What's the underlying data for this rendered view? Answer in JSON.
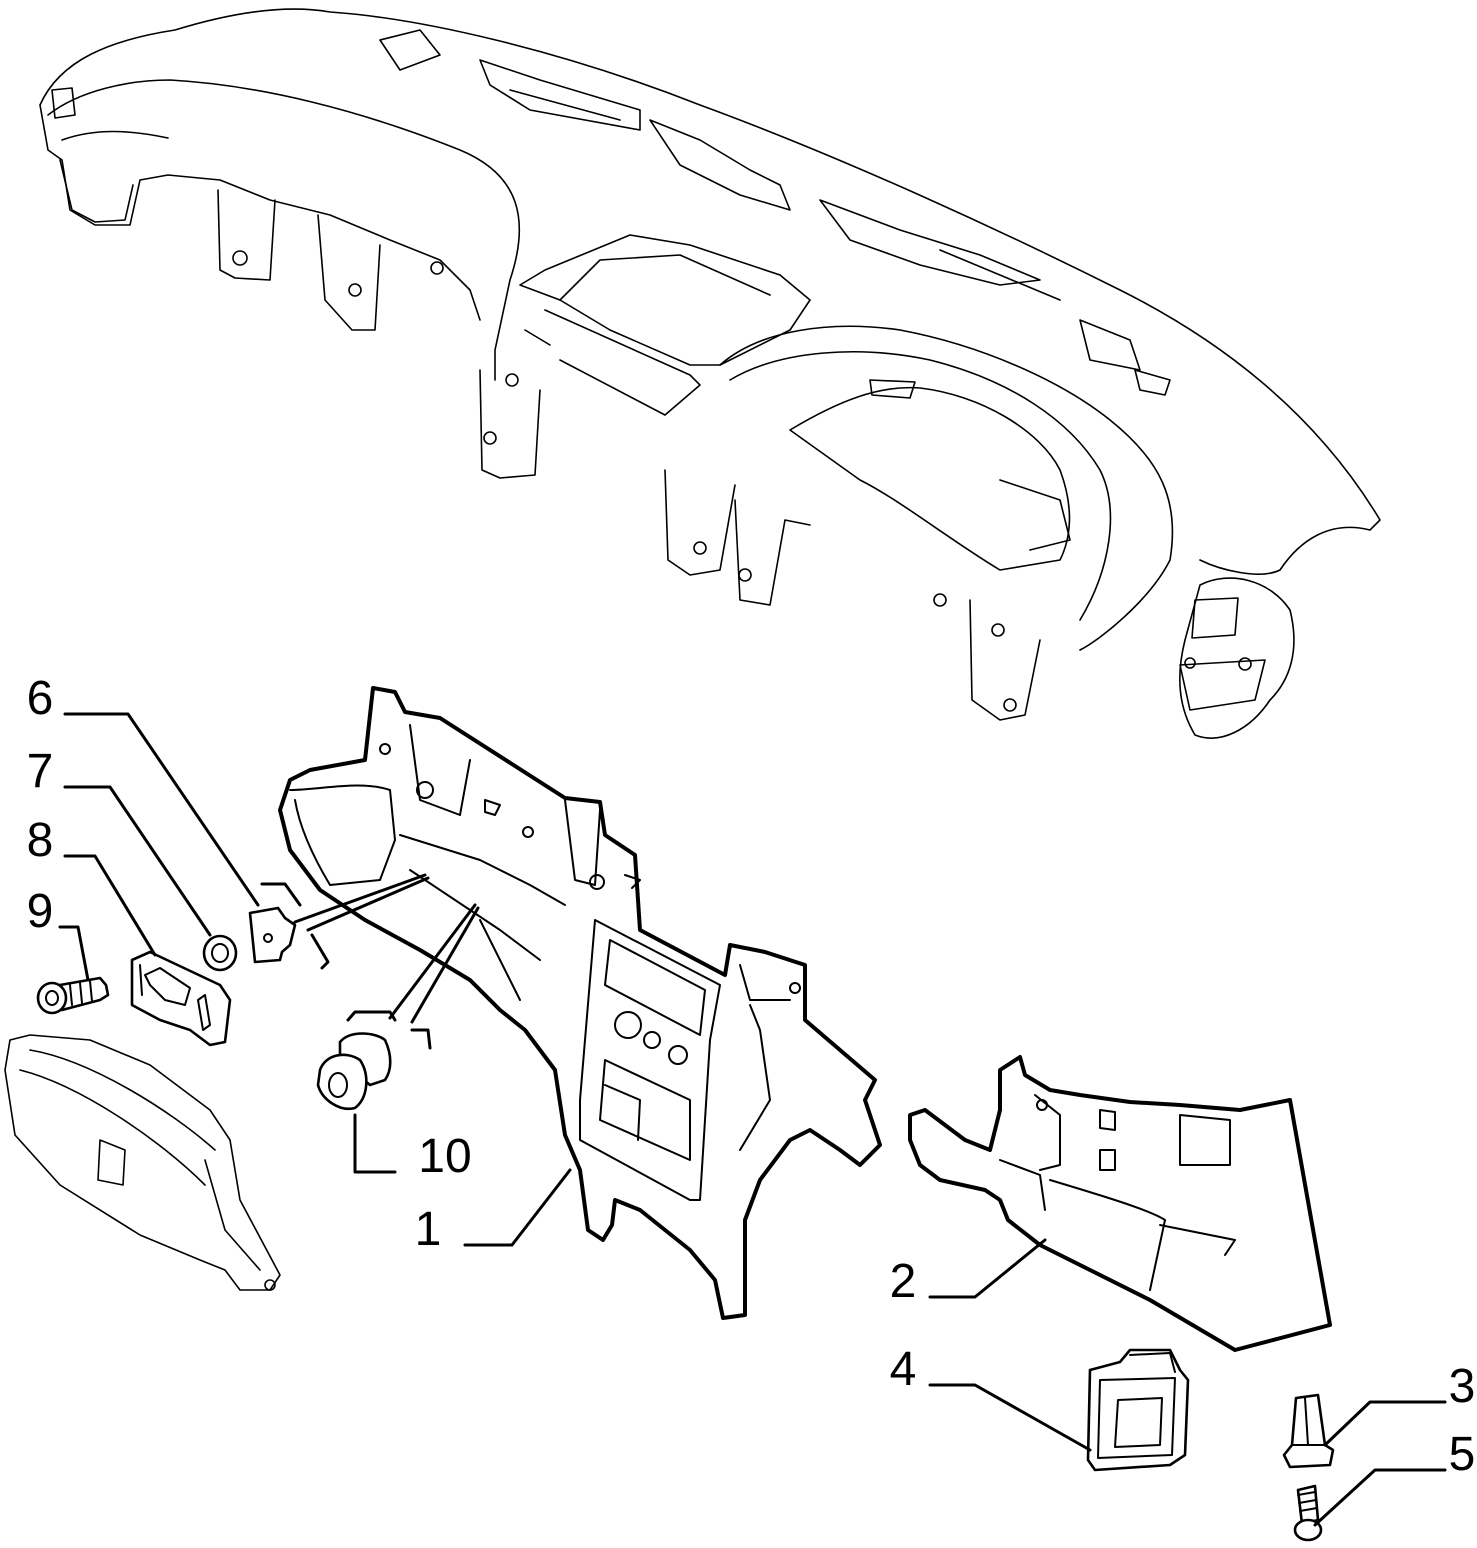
{
  "callouts": [
    {
      "id": "part-1",
      "label": "1"
    },
    {
      "id": "part-2",
      "label": "2"
    },
    {
      "id": "part-3",
      "label": "3"
    },
    {
      "id": "part-4",
      "label": "4"
    },
    {
      "id": "part-5",
      "label": "5"
    },
    {
      "id": "part-6",
      "label": "6"
    },
    {
      "id": "part-7",
      "label": "7"
    },
    {
      "id": "part-8",
      "label": "8"
    },
    {
      "id": "part-9",
      "label": "9"
    },
    {
      "id": "part-10",
      "label": "10"
    }
  ]
}
